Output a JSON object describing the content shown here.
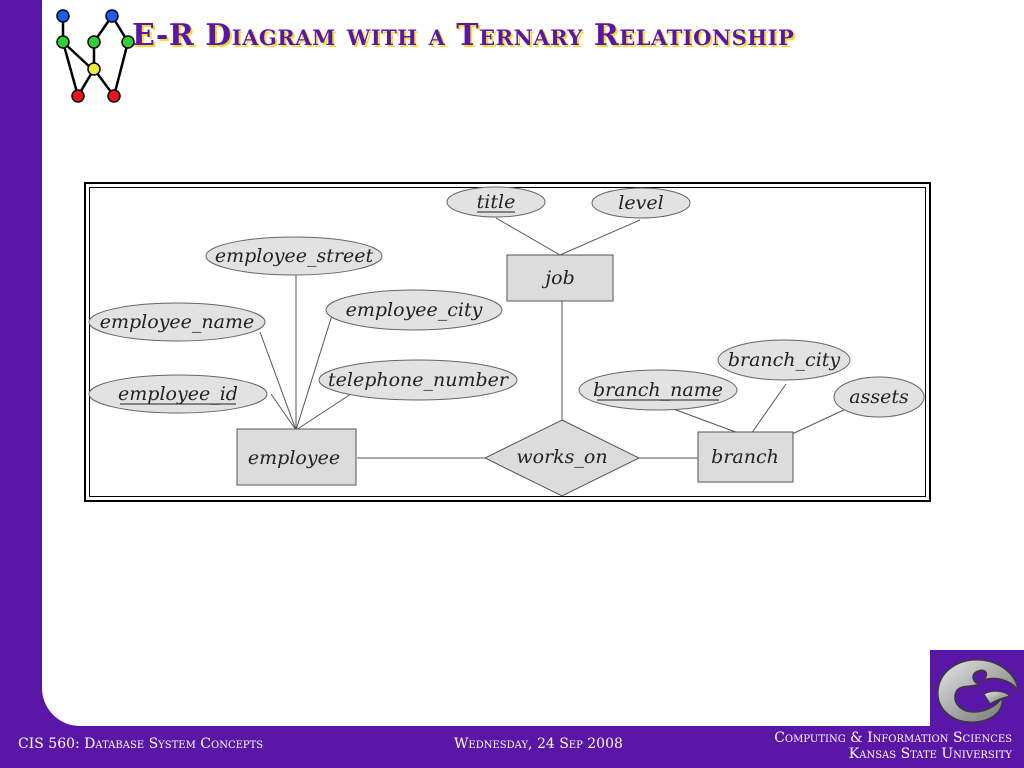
{
  "slide": {
    "title": "E-R Diagram with a Ternary Relationship",
    "footer": {
      "course": "CIS 560: Database System Concepts",
      "date": "Wednesday, 24 Sep 2008",
      "department": "Computing & Information Sciences",
      "university": "Kansas State University"
    },
    "colors": {
      "background": "#5a16a6",
      "title": "#5a16a6",
      "title_shadow": "#f4dc2a"
    }
  },
  "diagram": {
    "entities": {
      "job": "job",
      "employee": "employee",
      "branch": "branch"
    },
    "relationship": "works_on",
    "attributes": {
      "title": "title",
      "level": "level",
      "employee_street": "employee_street",
      "employee_city": "employee_city",
      "employee_name": "employee_name",
      "employee_id": "employee_id",
      "telephone_number": "telephone_number",
      "branch_city": "branch_city",
      "branch_name": "branch_name",
      "assets": "assets"
    }
  }
}
